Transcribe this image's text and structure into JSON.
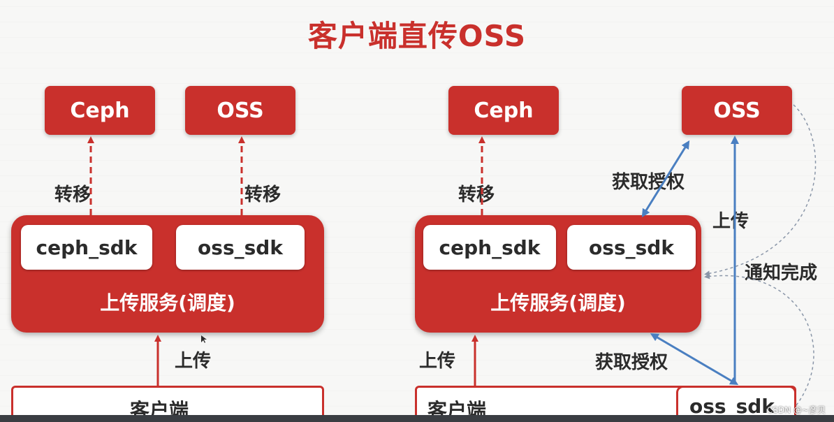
{
  "title": "客户端直传OSS",
  "colors": {
    "primary_red": "#c9302c",
    "arrow_blue": "#4a7fc1",
    "dashed_gray": "#8a96a8"
  },
  "left_diagram": {
    "storage_ceph": "Ceph",
    "storage_oss": "OSS",
    "transfer_label_ceph": "转移",
    "transfer_label_oss": "转移",
    "sdk_ceph": "ceph_sdk",
    "sdk_oss": "oss_sdk",
    "service_label": "上传服务(调度)",
    "upload_label": "上传",
    "client_label": "客户端"
  },
  "right_diagram": {
    "storage_ceph": "Ceph",
    "storage_oss": "OSS",
    "transfer_label": "转移",
    "auth_label_top": "获取授权",
    "upload_label_vertical": "上传",
    "notify_label": "通知完成",
    "sdk_ceph": "ceph_sdk",
    "sdk_oss": "oss_sdk",
    "service_label": "上传服务(调度)",
    "upload_label": "上传",
    "auth_label_bottom": "获取授权",
    "client_label": "客户端",
    "client_sdk": "oss_sdk"
  },
  "watermark": "CSDN @~彦贝"
}
